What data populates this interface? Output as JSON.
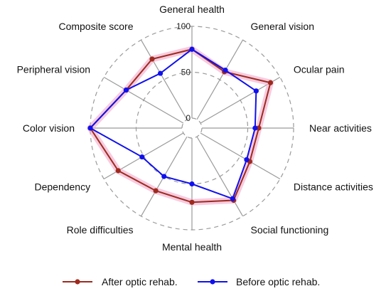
{
  "chart_data": {
    "type": "radar",
    "categories": [
      "General health",
      "General vision",
      "Ocular pain",
      "Near activities",
      "Distance activities",
      "Social functioning",
      "Mental health",
      "Role difficulties",
      "Dependency",
      "Color vision",
      "Peripheral vision",
      "Composite score"
    ],
    "rlim": [
      0,
      100
    ],
    "rticks": [
      0,
      50,
      100
    ],
    "rtick_labels": [
      "0",
      "50",
      "100"
    ],
    "series": [
      {
        "name": "After optic rehab.",
        "color": "#9e2a1e",
        "values": [
          75,
          60,
          88,
          62,
          62,
          80,
          70,
          68,
          82,
          100,
          72,
          76
        ]
      },
      {
        "name": "Before optic rehab.",
        "color": "#1010ee",
        "values": [
          75,
          62,
          70,
          58,
          58,
          78,
          50,
          50,
          52,
          100,
          72,
          58
        ]
      }
    ],
    "legend_position": "bottom"
  }
}
